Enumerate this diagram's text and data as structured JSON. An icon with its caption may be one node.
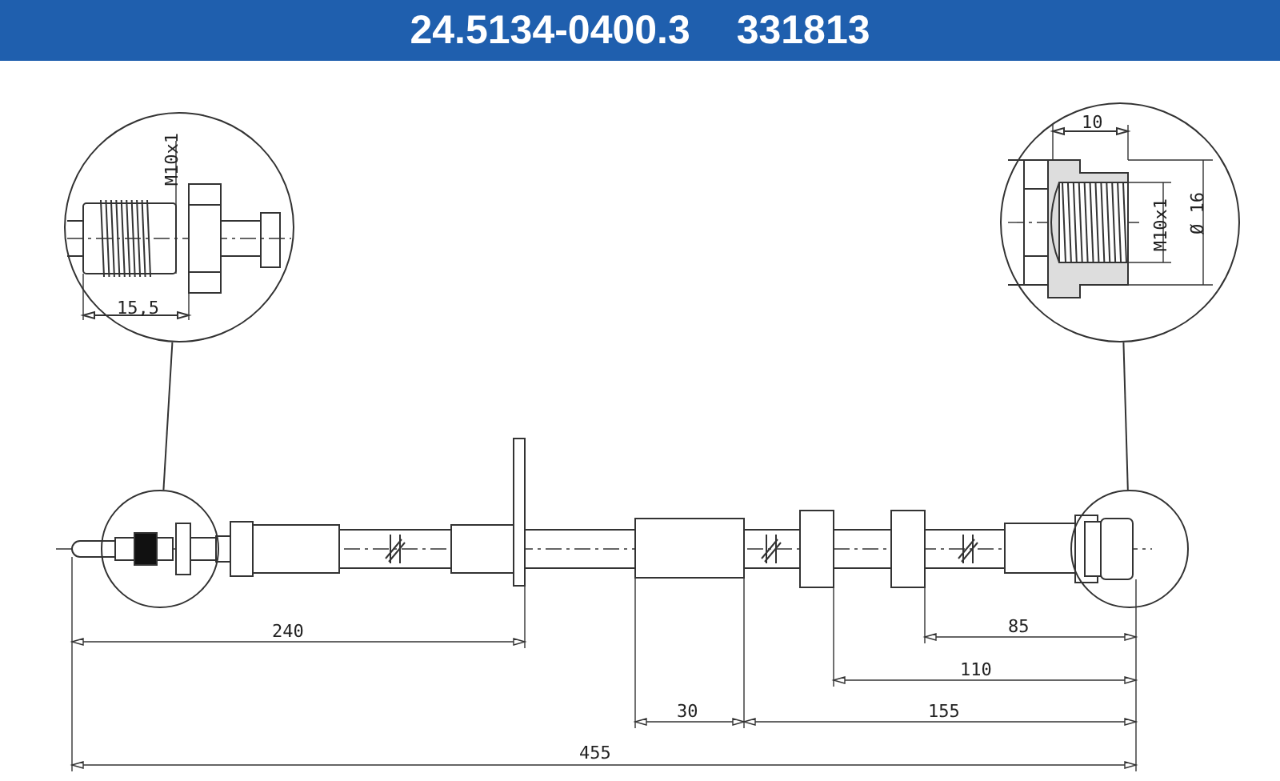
{
  "diagram": {
    "title": "24.5134-0400.3 331813",
    "nodes": [
      {
        "text": [],
        "shape": "circle"
      },
      {
        "text": [],
        "shape": "circle"
      },
      {
        "text": [],
        "shape": "circle"
      },
      {
        "text": [],
        "shape": "circle"
      }
    ],
    "edges": [
      {
        "from": 1,
        "to": 0,
        "arrow": "none"
      },
      {
        "from": 3,
        "to": 2,
        "arrow": "none"
      }
    ],
    "labels": [
      "M10x1",
      "15,5",
      "10",
      "M10x1",
      "Ø 16",
      "240",
      "30",
      "155",
      "110",
      "85",
      "455"
    ]
  }
}
